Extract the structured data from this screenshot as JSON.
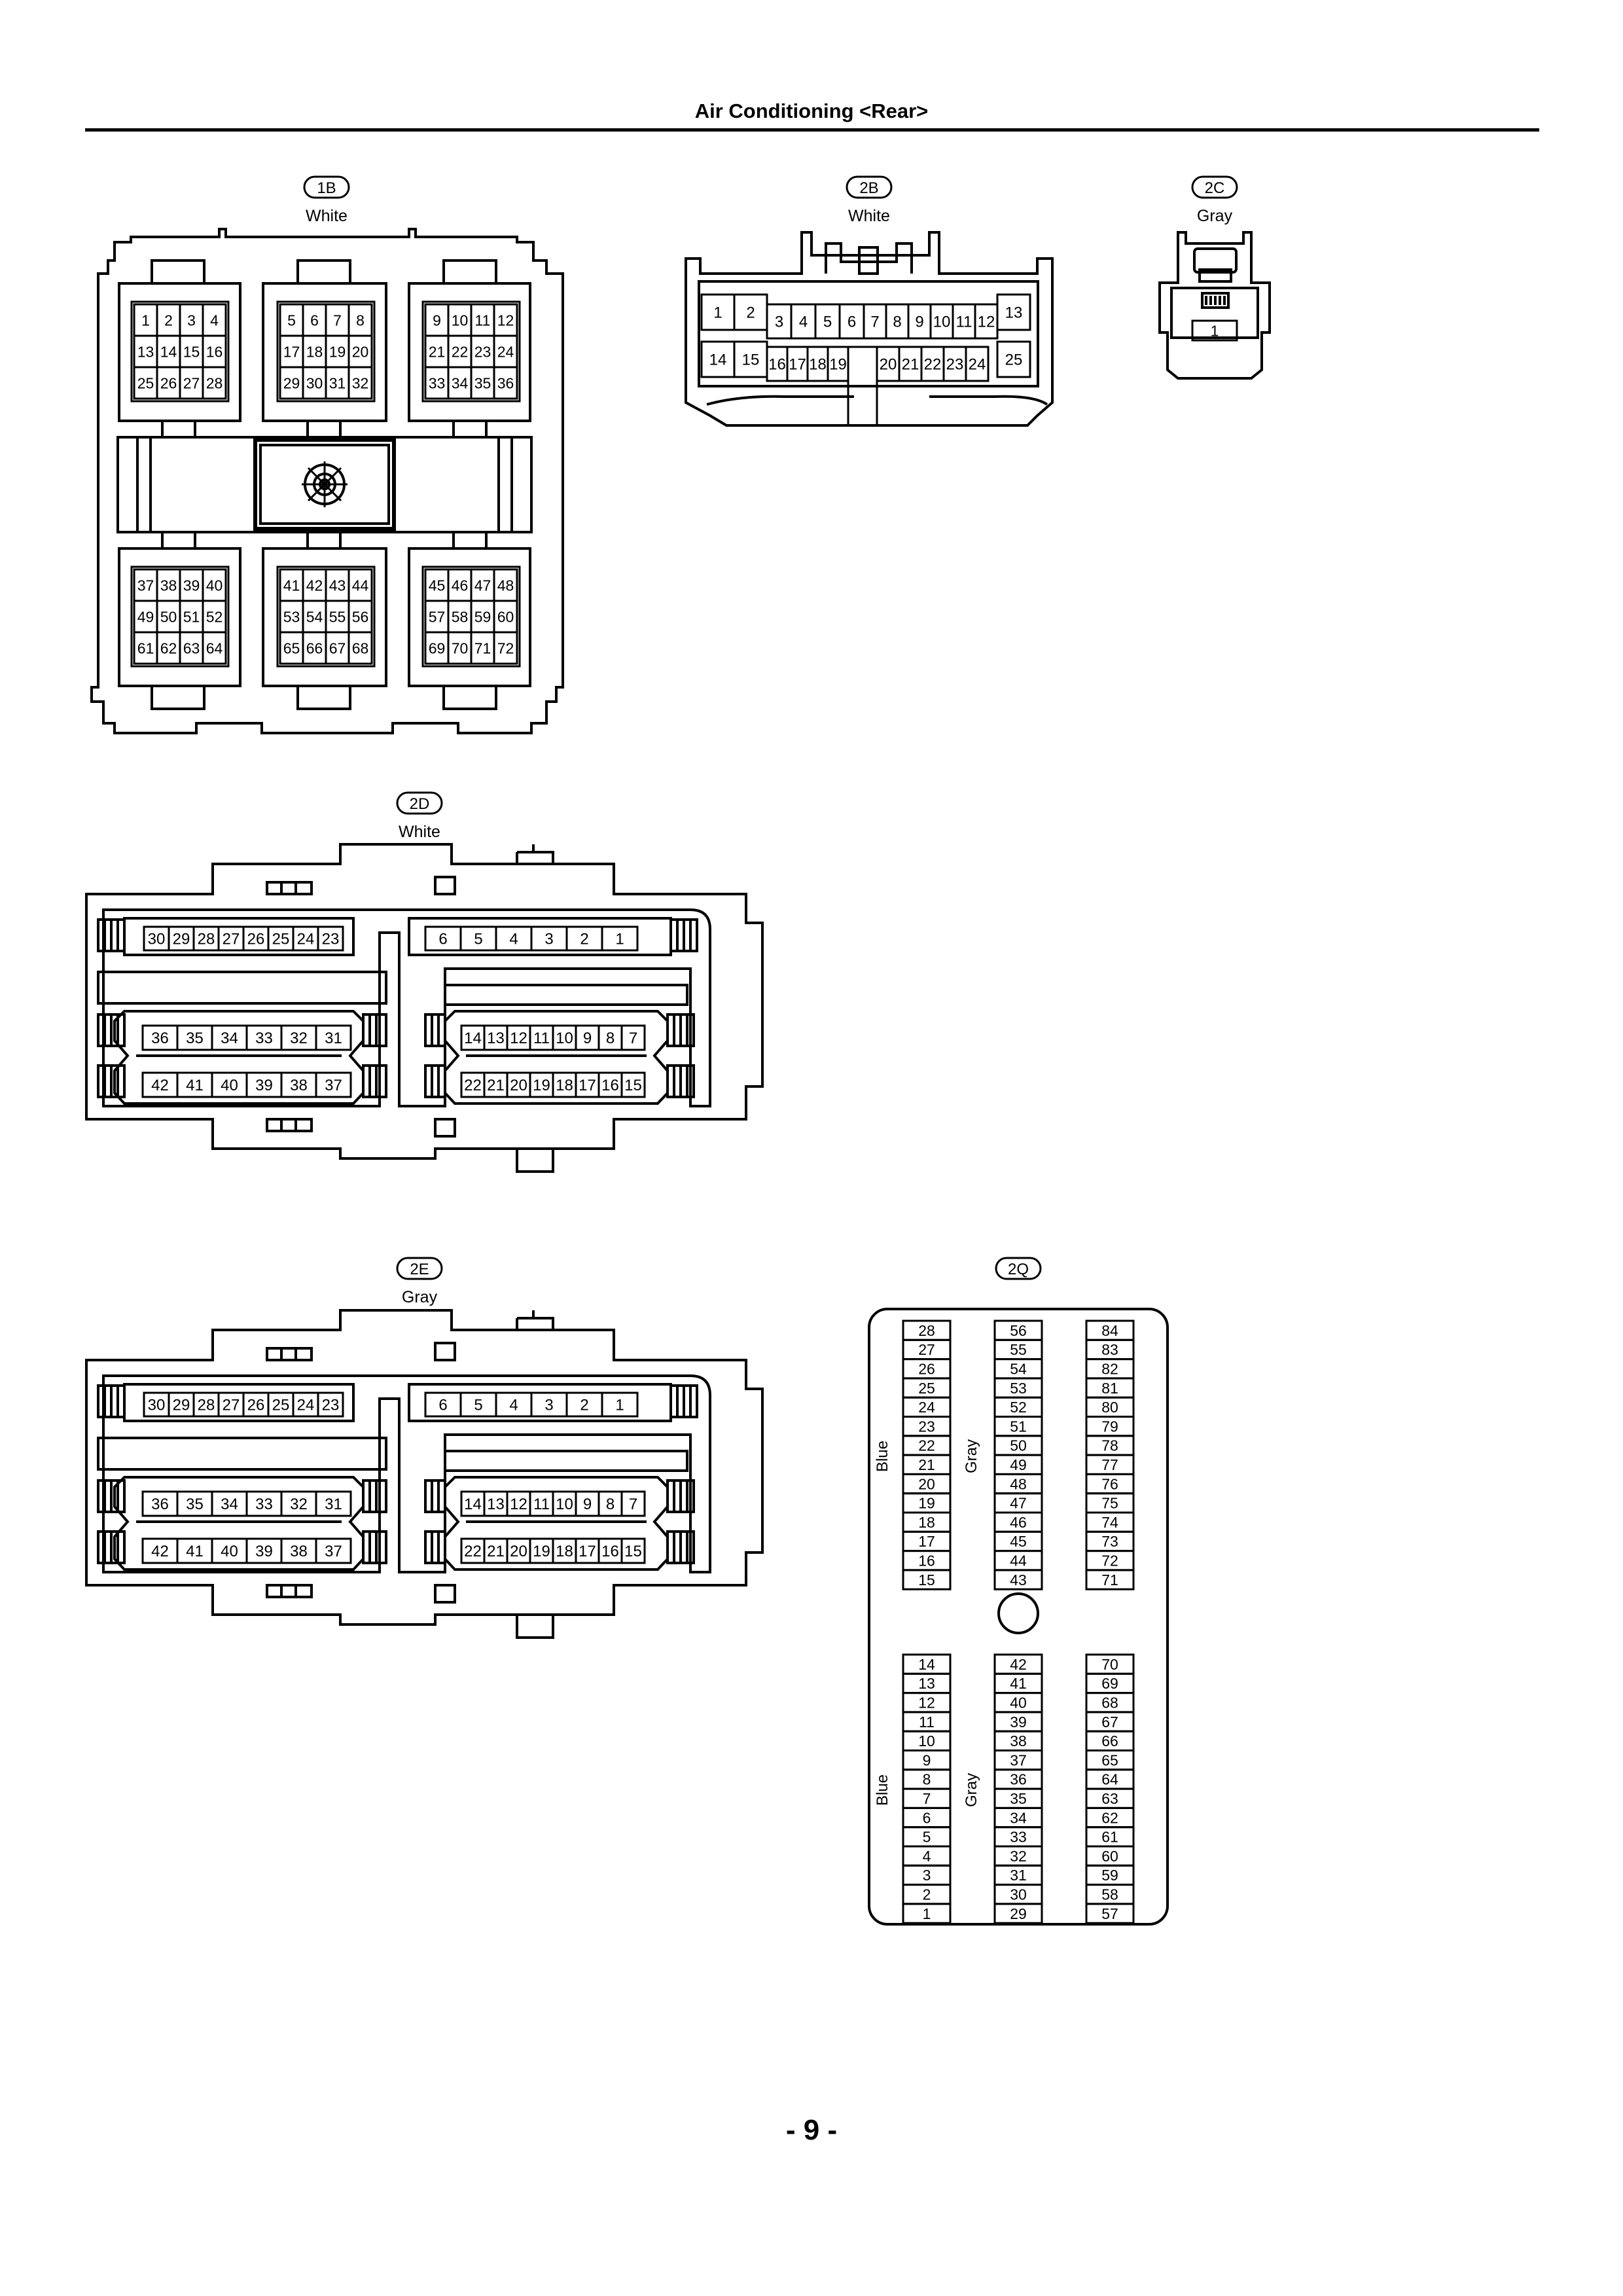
{
  "page": {
    "title": "Air Conditioning <Rear>",
    "page_number": "- 9 -"
  },
  "connectors": [
    {
      "id": "1B",
      "color": "White",
      "blocks": [
        {
          "rows": [
            [
              "1",
              "2",
              "3",
              "4"
            ],
            [
              "13",
              "14",
              "15",
              "16"
            ],
            [
              "25",
              "26",
              "27",
              "28"
            ]
          ]
        },
        {
          "rows": [
            [
              "5",
              "6",
              "7",
              "8"
            ],
            [
              "17",
              "18",
              "19",
              "20"
            ],
            [
              "29",
              "30",
              "31",
              "32"
            ]
          ]
        },
        {
          "rows": [
            [
              "9",
              "10",
              "11",
              "12"
            ],
            [
              "21",
              "22",
              "23",
              "24"
            ],
            [
              "33",
              "34",
              "35",
              "36"
            ]
          ]
        },
        {
          "rows": [
            [
              "37",
              "38",
              "39",
              "40"
            ],
            [
              "49",
              "50",
              "51",
              "52"
            ],
            [
              "61",
              "62",
              "63",
              "64"
            ]
          ]
        },
        {
          "rows": [
            [
              "41",
              "42",
              "43",
              "44"
            ],
            [
              "53",
              "54",
              "55",
              "56"
            ],
            [
              "65",
              "66",
              "67",
              "68"
            ]
          ]
        },
        {
          "rows": [
            [
              "45",
              "46",
              "47",
              "48"
            ],
            [
              "57",
              "58",
              "59",
              "60"
            ],
            [
              "69",
              "70",
              "71",
              "72"
            ]
          ]
        }
      ]
    },
    {
      "id": "2B",
      "color": "White",
      "rows": [
        [
          "1",
          "2",
          "3",
          "4",
          "5",
          "6",
          "7",
          "8",
          "9",
          "10",
          "11",
          "12",
          "13"
        ],
        [
          "14",
          "15",
          "16",
          "17",
          "18",
          "19",
          "20",
          "21",
          "22",
          "23",
          "24",
          "25"
        ]
      ]
    },
    {
      "id": "2C",
      "color": "Gray",
      "rows": [
        [
          "1"
        ]
      ]
    },
    {
      "id": "2D",
      "color": "White",
      "rows": [
        [
          "30",
          "29",
          "28",
          "27",
          "26",
          "25",
          "24",
          "23"
        ],
        [
          "6",
          "5",
          "4",
          "3",
          "2",
          "1"
        ],
        [
          "36",
          "35",
          "34",
          "33",
          "32",
          "31"
        ],
        [
          "14",
          "13",
          "12",
          "11",
          "10",
          "9",
          "8",
          "7"
        ],
        [
          "42",
          "41",
          "40",
          "39",
          "38",
          "37"
        ],
        [
          "22",
          "21",
          "20",
          "19",
          "18",
          "17",
          "16",
          "15"
        ]
      ]
    },
    {
      "id": "2E",
      "color": "Gray",
      "rows": [
        [
          "30",
          "29",
          "28",
          "27",
          "26",
          "25",
          "24",
          "23"
        ],
        [
          "6",
          "5",
          "4",
          "3",
          "2",
          "1"
        ],
        [
          "36",
          "35",
          "34",
          "33",
          "32",
          "31"
        ],
        [
          "14",
          "13",
          "12",
          "11",
          "10",
          "9",
          "8",
          "7"
        ],
        [
          "42",
          "41",
          "40",
          "39",
          "38",
          "37"
        ],
        [
          "22",
          "21",
          "20",
          "19",
          "18",
          "17",
          "16",
          "15"
        ]
      ]
    },
    {
      "id": "2Q",
      "color": "",
      "group_labels": [
        "Blue",
        "Gray",
        "Blue",
        "Gray"
      ],
      "columns": [
        [
          "28",
          "27",
          "26",
          "25",
          "24",
          "23",
          "22",
          "21",
          "20",
          "19",
          "18",
          "17",
          "16",
          "15"
        ],
        [
          "56",
          "55",
          "54",
          "53",
          "52",
          "51",
          "50",
          "49",
          "48",
          "47",
          "46",
          "45",
          "44",
          "43"
        ],
        [
          "84",
          "83",
          "82",
          "81",
          "80",
          "79",
          "78",
          "77",
          "76",
          "75",
          "74",
          "73",
          "72",
          "71"
        ],
        [
          "14",
          "13",
          "12",
          "11",
          "10",
          "9",
          "8",
          "7",
          "6",
          "5",
          "4",
          "3",
          "2",
          "1"
        ],
        [
          "42",
          "41",
          "40",
          "39",
          "38",
          "37",
          "36",
          "35",
          "34",
          "33",
          "32",
          "31",
          "30",
          "29"
        ],
        [
          "70",
          "69",
          "68",
          "67",
          "66",
          "65",
          "64",
          "63",
          "62",
          "61",
          "60",
          "59",
          "58",
          "57"
        ]
      ]
    }
  ]
}
